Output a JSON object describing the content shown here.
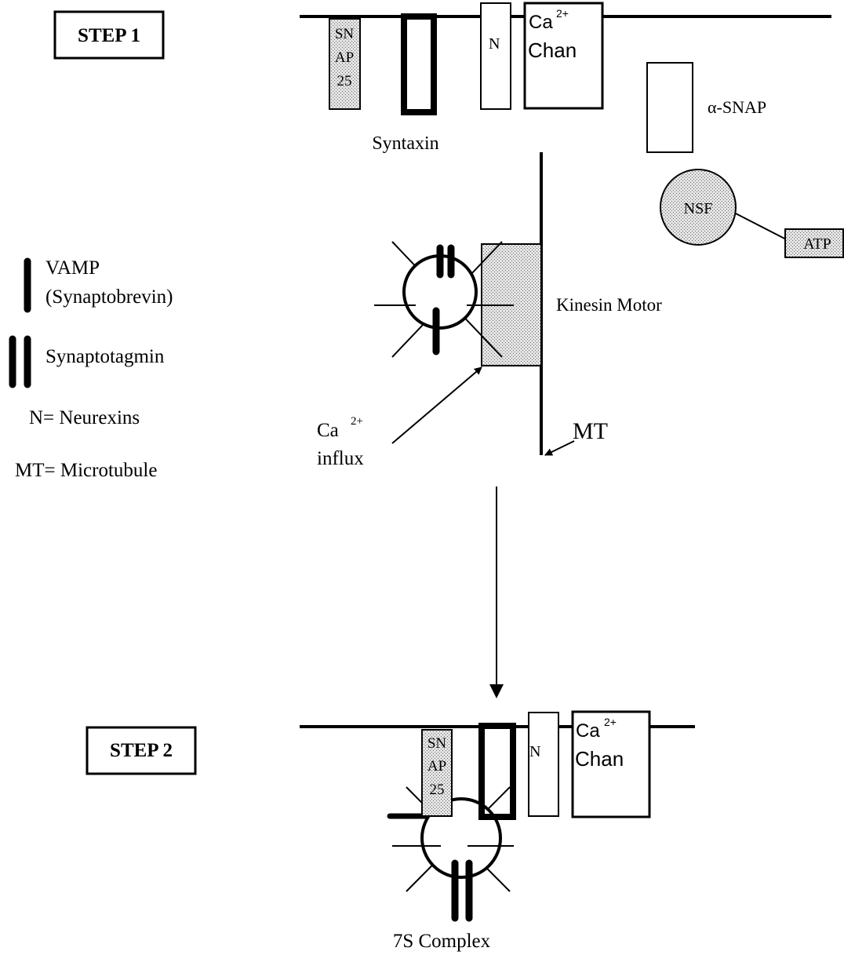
{
  "step1": {
    "label": "STEP 1",
    "snap25": [
      "SN",
      "AP",
      "25"
    ],
    "neurexin": "N",
    "ca_channel": {
      "ca": "Ca",
      "charge": "2+",
      "chan": "Chan"
    },
    "syntaxin_label": "Syntaxin",
    "alpha_snap_label": "α-SNAP",
    "nsf_label": "NSF",
    "atp_label": "ATP",
    "kinesin_label": "Kinesin Motor",
    "ca_influx": {
      "ca": "Ca",
      "charge": "2+",
      "influx": "influx"
    },
    "mt_label": "MT"
  },
  "legend": {
    "vamp_line1": "VAMP",
    "vamp_line2": "(Synaptobrevin)",
    "synaptotagmin": "Synaptotagmin",
    "neurexins": "N= Neurexins",
    "microtubule": "MT= Microtubule"
  },
  "step2": {
    "label": "STEP 2",
    "snap25": [
      "SN",
      "AP",
      "25"
    ],
    "neurexin": "N",
    "ca_channel": {
      "ca": "Ca",
      "charge": "2+",
      "chan": "Chan"
    },
    "complex_label": "7S Complex"
  }
}
